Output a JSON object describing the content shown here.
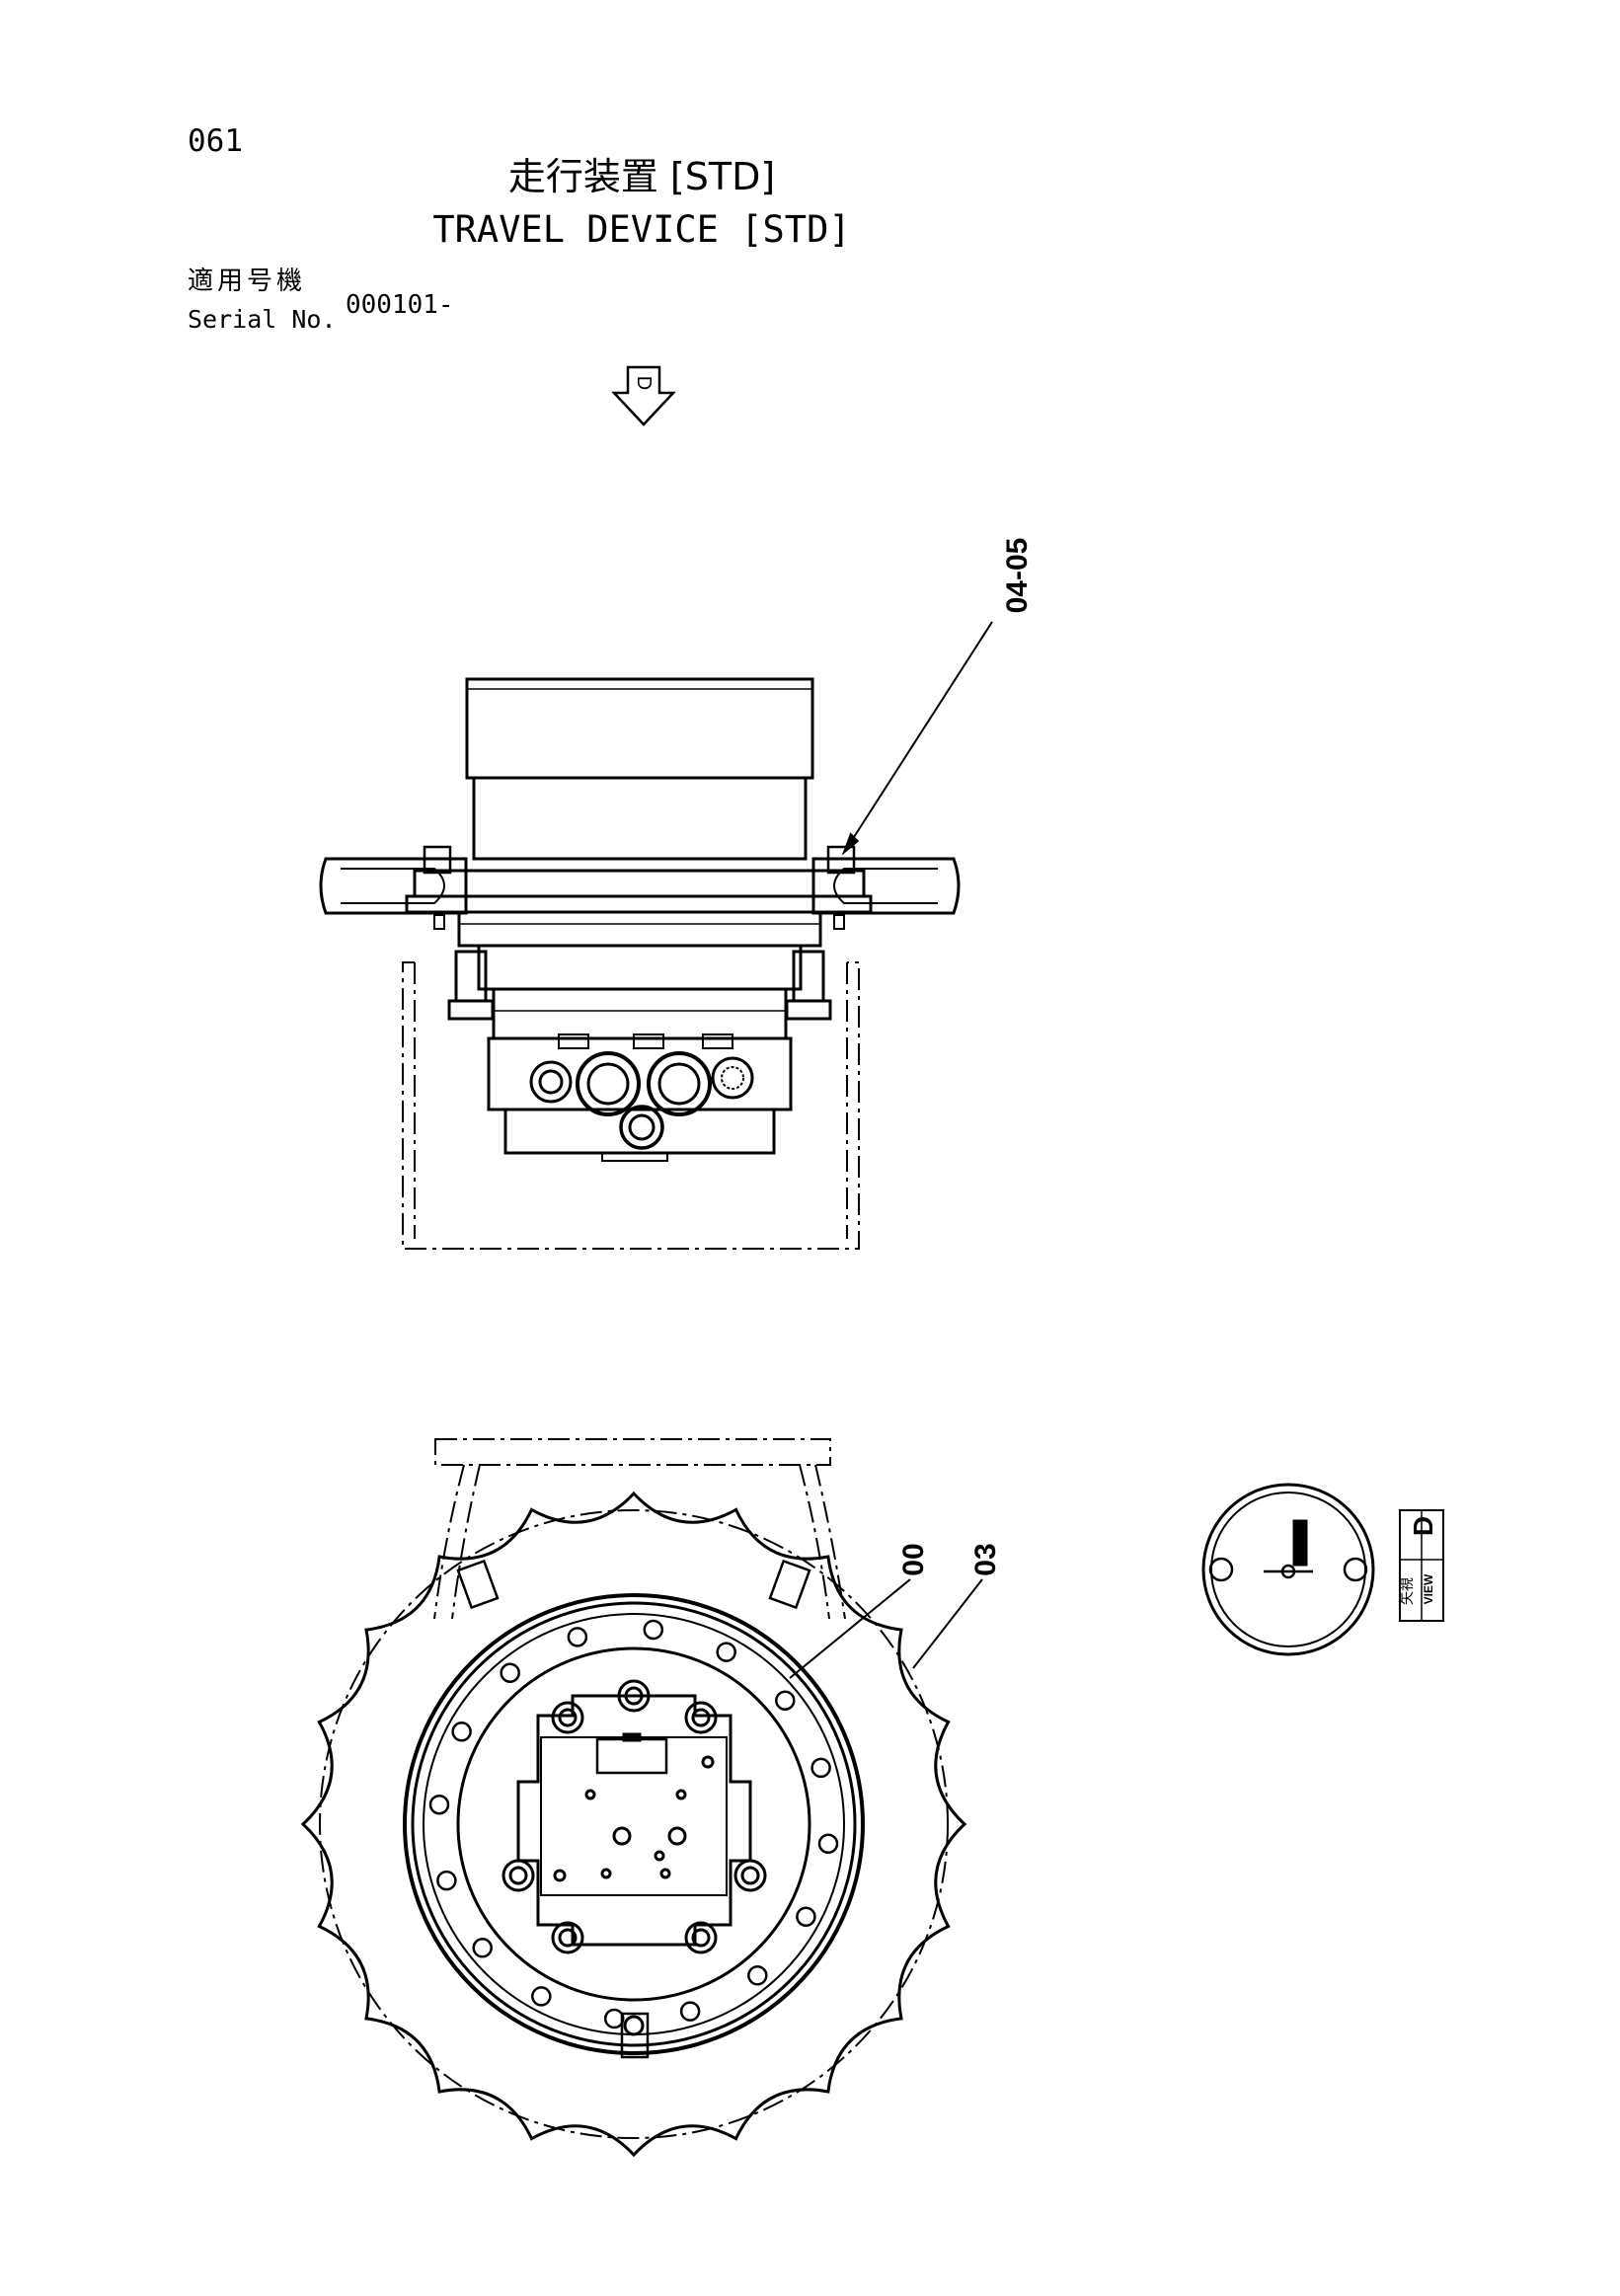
{
  "page_number": "061",
  "title_jp": "走行装置 [STD]",
  "title_en": "TRAVEL DEVICE [STD]",
  "serial": {
    "label_jp": "適用号機",
    "label_en": "Serial No.",
    "value": "000101-"
  },
  "callouts": {
    "top_part": "04-05",
    "housing": "00",
    "sprocket": "03"
  },
  "view_marker": {
    "arrow_letter": "D",
    "label_jp": "矢視",
    "label_en": "VIEW",
    "letter": "D"
  }
}
